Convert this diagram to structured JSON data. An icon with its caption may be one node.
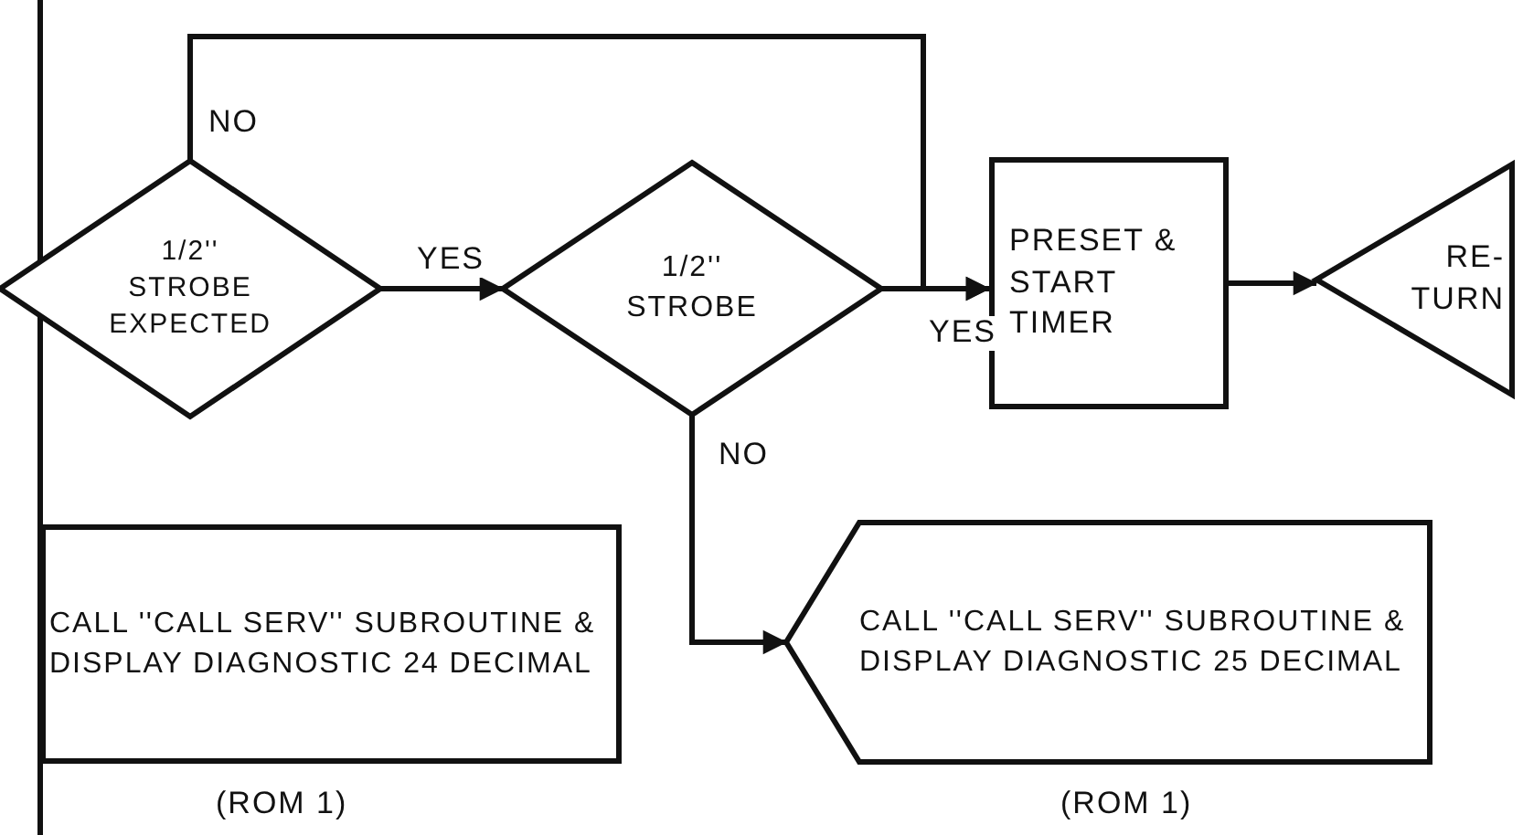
{
  "diagram": {
    "nodes": [
      {
        "text": [
          "1/2'' STROBE EXPECTED"
        ]
      },
      {
        "text": [
          "1/2'' STROBE"
        ]
      },
      {
        "text": [
          "PRESET & START TIMER"
        ]
      },
      {
        "text": [
          "RE- TURN"
        ]
      },
      {
        "text": [
          "CALL ''CALL SERV'' SUBROUTINE & DISPLAY DIAGNOSTIC 24 DECIMAL"
        ],
        "beside": [
          "(ROM 1)"
        ]
      },
      {
        "text": [
          "CALL ''CALL SERV'' SUBROUTINE & DISPLAY DIAGNOSTIC 25 DECIMAL"
        ],
        "beside": [
          "(ROM 1)"
        ]
      }
    ],
    "edges": [
      {
        "from": 0,
        "to": 1,
        "arrow": "to",
        "label": "YES"
      },
      {
        "from": 0,
        "to": 2,
        "arrow": "to",
        "label": "NO"
      },
      {
        "from": 1,
        "to": 2,
        "arrow": "to",
        "label": "YES"
      },
      {
        "from": 1,
        "to": 5,
        "arrow": "to",
        "label": "NO"
      },
      {
        "from": 2,
        "to": 3,
        "arrow": "to"
      }
    ]
  }
}
